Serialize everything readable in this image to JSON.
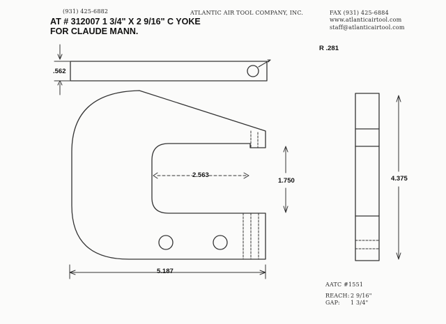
{
  "header": {
    "phone": "(931) 425-6882",
    "company": "ATLANTIC AIR TOOL COMPANY, INC.",
    "fax": "FAX (931) 425-6884",
    "website": "www.atlanticairtool.com",
    "email": "staff@atlanticairtool.com",
    "part_line": "AT # 312007 1 3/4\" X 2 9/16\" C YOKE",
    "customer_line": "FOR CLAUDE MANN."
  },
  "dimensions": {
    "radius": "R .281",
    "thickness": ".562",
    "reach_inner": "2.563",
    "gap_height": "1.750",
    "overall_height": "4.375",
    "overall_length": "5.187"
  },
  "footer": {
    "part_number": "AATC #1551",
    "reach_label": "REACH:",
    "reach_value": "2 9/16\"",
    "gap_label": "GAP:",
    "gap_value": "1 3/4\""
  }
}
